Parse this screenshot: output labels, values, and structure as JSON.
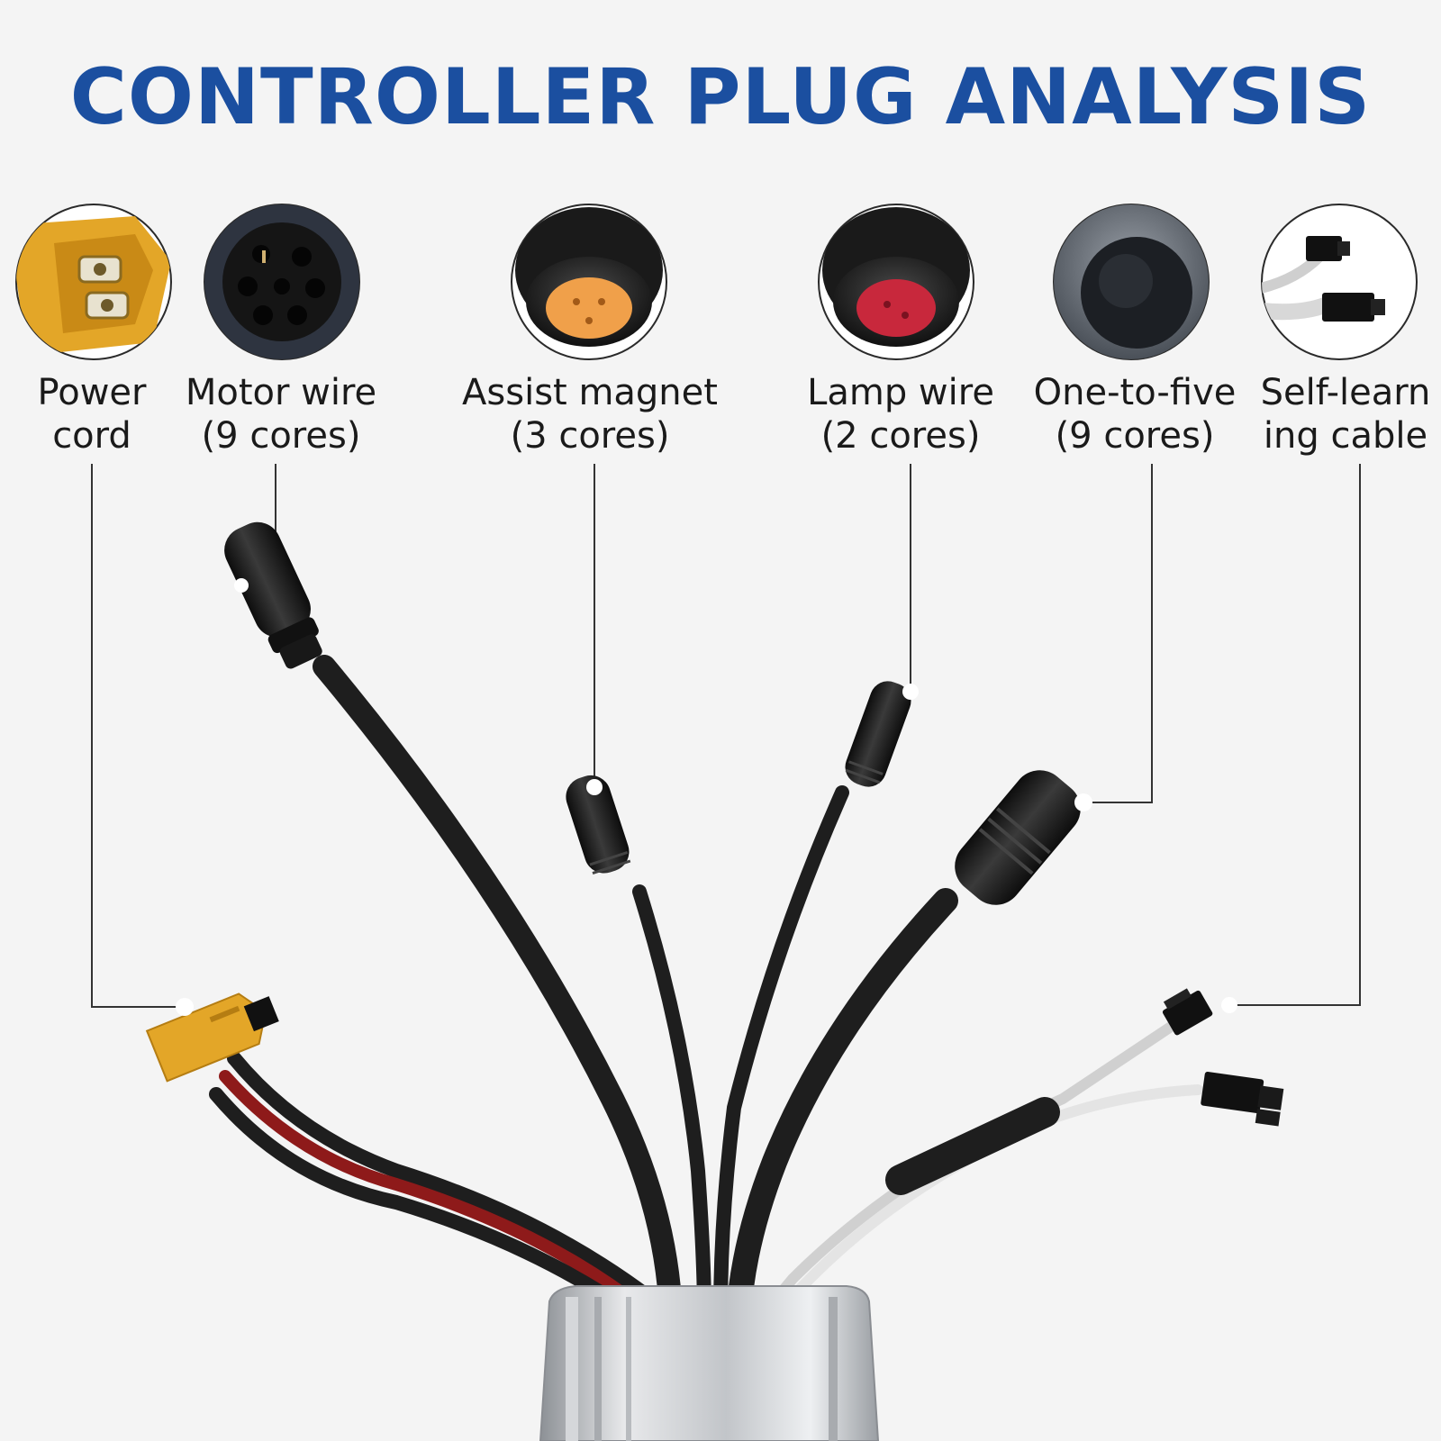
{
  "title": "CONTROLLER PLUG ANALYSIS",
  "colors": {
    "title": "#1b4fa0",
    "cable": "#1e1e1e",
    "power_red": "#8e1a1a",
    "yellow_plug": "#e3a628",
    "orange_pins": "#f0a04a",
    "red_pins": "#c8283c",
    "white_wire": "#d8d8d8",
    "housing": "#b9bcc0"
  },
  "plugs": [
    {
      "icon": "xt60-yellow-plug-icon",
      "line1": "Power",
      "line2": "cord"
    },
    {
      "icon": "motor-9-pin-connector-icon",
      "line1": "Motor wire",
      "line2": "(9 cores)"
    },
    {
      "icon": "assist-magnet-3-pin-connector-icon",
      "line1": "Assist magnet",
      "line2": "(3 cores)"
    },
    {
      "icon": "lamp-2-pin-connector-icon",
      "line1": "Lamp wire",
      "line2": "(2 cores)"
    },
    {
      "icon": "one-to-five-9-pin-connector-icon",
      "line1": "One-to-five",
      "line2": "(9 cores)"
    },
    {
      "icon": "self-learning-2-pin-connector-icon",
      "line1": "Self-learn",
      "line2": "ing cable"
    }
  ]
}
